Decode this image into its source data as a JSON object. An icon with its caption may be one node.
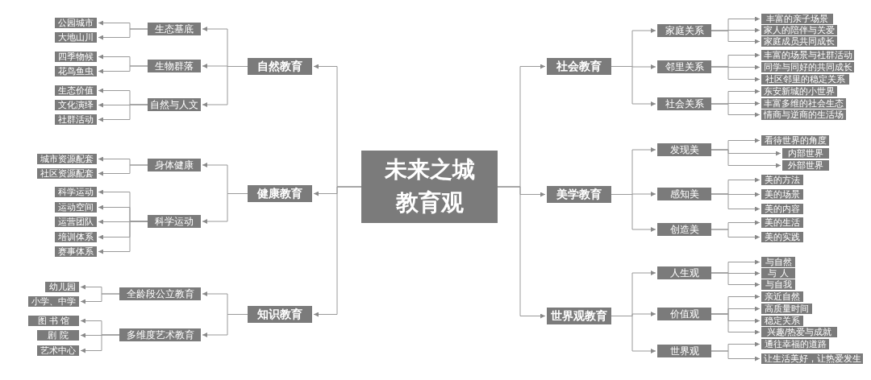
{
  "diagram": {
    "nodes": [
      {
        "text": [
          "未来之城教育观"
        ]
      },
      {
        "text": [
          "自然教育"
        ]
      },
      {
        "text": [
          "生态基底"
        ]
      },
      {
        "text": [
          "公园城市"
        ]
      },
      {
        "text": [
          "大地山川"
        ]
      },
      {
        "text": [
          "生物群落"
        ]
      },
      {
        "text": [
          "四季物候"
        ]
      },
      {
        "text": [
          "花鸟鱼虫"
        ]
      },
      {
        "text": [
          "自然与人文"
        ]
      },
      {
        "text": [
          "生态价值"
        ]
      },
      {
        "text": [
          "文化演绎"
        ]
      },
      {
        "text": [
          "社群活动"
        ]
      },
      {
        "text": [
          "健康教育"
        ]
      },
      {
        "text": [
          "身体健康"
        ]
      },
      {
        "text": [
          "城市资源配套"
        ]
      },
      {
        "text": [
          "社区资源配套"
        ]
      },
      {
        "text": [
          "科学运动"
        ]
      },
      {
        "text": [
          "科学运动"
        ]
      },
      {
        "text": [
          "运动空间"
        ]
      },
      {
        "text": [
          "运营团队"
        ]
      },
      {
        "text": [
          "培训体系"
        ]
      },
      {
        "text": [
          "赛事体系"
        ]
      },
      {
        "text": [
          "知识教育"
        ]
      },
      {
        "text": [
          "全龄段公立教育"
        ]
      },
      {
        "text": [
          "幼儿园"
        ]
      },
      {
        "text": [
          "小学、中学"
        ]
      },
      {
        "text": [
          "多维度艺术教育"
        ]
      },
      {
        "text": [
          "图 书 馆"
        ]
      },
      {
        "text": [
          "剧 院"
        ]
      },
      {
        "text": [
          "艺术中心"
        ]
      },
      {
        "text": [
          "社会教育"
        ]
      },
      {
        "text": [
          "家庭关系"
        ]
      },
      {
        "text": [
          "丰富的亲子场景"
        ]
      },
      {
        "text": [
          "家人的陪伴与关爱"
        ]
      },
      {
        "text": [
          "家庭成员共同成长"
        ]
      },
      {
        "text": [
          "邻里关系"
        ]
      },
      {
        "text": [
          "丰富的场景与社群活动"
        ]
      },
      {
        "text": [
          "同学与同好的共同成长"
        ]
      },
      {
        "text": [
          "社区邻里的稳定关系"
        ]
      },
      {
        "text": [
          "社会关系"
        ]
      },
      {
        "text": [
          "东安新城的小世界"
        ]
      },
      {
        "text": [
          "丰富多维的社会生态"
        ]
      },
      {
        "text": [
          "情商与逆商的生活场"
        ]
      },
      {
        "text": [
          "美学教育"
        ]
      },
      {
        "text": [
          "发现美"
        ]
      },
      {
        "text": [
          "看待世界的角度"
        ]
      },
      {
        "text": [
          "内部世界"
        ]
      },
      {
        "text": [
          "外部世界"
        ]
      },
      {
        "text": [
          "感知美"
        ]
      },
      {
        "text": [
          "美的方法"
        ]
      },
      {
        "text": [
          "美的场景"
        ]
      },
      {
        "text": [
          "美的内容"
        ]
      },
      {
        "text": [
          "创造美"
        ]
      },
      {
        "text": [
          "美的生活"
        ]
      },
      {
        "text": [
          "美的实践"
        ]
      },
      {
        "text": [
          "世界观教育"
        ]
      },
      {
        "text": [
          "人生观"
        ]
      },
      {
        "text": [
          "与自然"
        ]
      },
      {
        "text": [
          "与 人"
        ]
      },
      {
        "text": [
          "与自我"
        ]
      },
      {
        "text": [
          "价值观"
        ]
      },
      {
        "text": [
          "亲近自然"
        ]
      },
      {
        "text": [
          "高质量时间"
        ]
      },
      {
        "text": [
          "稳定关系"
        ]
      },
      {
        "text": [
          "兴趣/热爱与成就"
        ]
      },
      {
        "text": [
          "世界观"
        ]
      },
      {
        "text": [
          "通往幸福的道路"
        ]
      },
      {
        "text": [
          "让生活美好，让热爱发生"
        ]
      }
    ],
    "edges": [
      {
        "from": 0,
        "to": 1,
        "arrow": "to"
      },
      {
        "from": 1,
        "to": 2,
        "arrow": "to"
      },
      {
        "from": 2,
        "to": 3,
        "arrow": "to"
      },
      {
        "from": 2,
        "to": 4,
        "arrow": "to"
      },
      {
        "from": 1,
        "to": 5,
        "arrow": "to"
      },
      {
        "from": 5,
        "to": 6,
        "arrow": "to"
      },
      {
        "from": 5,
        "to": 7,
        "arrow": "to"
      },
      {
        "from": 1,
        "to": 8,
        "arrow": "to"
      },
      {
        "from": 8,
        "to": 9,
        "arrow": "to"
      },
      {
        "from": 8,
        "to": 10,
        "arrow": "to"
      },
      {
        "from": 8,
        "to": 11,
        "arrow": "to"
      },
      {
        "from": 0,
        "to": 12,
        "arrow": "to"
      },
      {
        "from": 12,
        "to": 13,
        "arrow": "to"
      },
      {
        "from": 13,
        "to": 14,
        "arrow": "to"
      },
      {
        "from": 13,
        "to": 15,
        "arrow": "to"
      },
      {
        "from": 12,
        "to": 16,
        "arrow": "to"
      },
      {
        "from": 16,
        "to": 17,
        "arrow": "to"
      },
      {
        "from": 16,
        "to": 18,
        "arrow": "to"
      },
      {
        "from": 16,
        "to": 19,
        "arrow": "to"
      },
      {
        "from": 16,
        "to": 20,
        "arrow": "to"
      },
      {
        "from": 16,
        "to": 21,
        "arrow": "to"
      },
      {
        "from": 0,
        "to": 22,
        "arrow": "to"
      },
      {
        "from": 22,
        "to": 23,
        "arrow": "to"
      },
      {
        "from": 23,
        "to": 24,
        "arrow": "to"
      },
      {
        "from": 23,
        "to": 25,
        "arrow": "to"
      },
      {
        "from": 22,
        "to": 26,
        "arrow": "to"
      },
      {
        "from": 26,
        "to": 27,
        "arrow": "to"
      },
      {
        "from": 26,
        "to": 28,
        "arrow": "to"
      },
      {
        "from": 26,
        "to": 29,
        "arrow": "to"
      },
      {
        "from": 0,
        "to": 30,
        "arrow": "to"
      },
      {
        "from": 30,
        "to": 31,
        "arrow": "to"
      },
      {
        "from": 31,
        "to": 32,
        "arrow": "to"
      },
      {
        "from": 31,
        "to": 33,
        "arrow": "to"
      },
      {
        "from": 31,
        "to": 34,
        "arrow": "to"
      },
      {
        "from": 30,
        "to": 35,
        "arrow": "to"
      },
      {
        "from": 35,
        "to": 36,
        "arrow": "to"
      },
      {
        "from": 35,
        "to": 37,
        "arrow": "to"
      },
      {
        "from": 35,
        "to": 38,
        "arrow": "to"
      },
      {
        "from": 30,
        "to": 39,
        "arrow": "to"
      },
      {
        "from": 39,
        "to": 40,
        "arrow": "to"
      },
      {
        "from": 39,
        "to": 41,
        "arrow": "to"
      },
      {
        "from": 39,
        "to": 42,
        "arrow": "to"
      },
      {
        "from": 0,
        "to": 43,
        "arrow": "to"
      },
      {
        "from": 43,
        "to": 44,
        "arrow": "to"
      },
      {
        "from": 44,
        "to": 45,
        "arrow": "to"
      },
      {
        "from": 44,
        "to": 46,
        "arrow": "to"
      },
      {
        "from": 44,
        "to": 47,
        "arrow": "to"
      },
      {
        "from": 43,
        "to": 48,
        "arrow": "to"
      },
      {
        "from": 48,
        "to": 49,
        "arrow": "to"
      },
      {
        "from": 48,
        "to": 50,
        "arrow": "to"
      },
      {
        "from": 48,
        "to": 51,
        "arrow": "to"
      },
      {
        "from": 43,
        "to": 52,
        "arrow": "to"
      },
      {
        "from": 52,
        "to": 53,
        "arrow": "to"
      },
      {
        "from": 52,
        "to": 54,
        "arrow": "to"
      },
      {
        "from": 0,
        "to": 55,
        "arrow": "to"
      },
      {
        "from": 55,
        "to": 56,
        "arrow": "to"
      },
      {
        "from": 56,
        "to": 57,
        "arrow": "to"
      },
      {
        "from": 56,
        "to": 58,
        "arrow": "to"
      },
      {
        "from": 56,
        "to": 59,
        "arrow": "to"
      },
      {
        "from": 55,
        "to": 60,
        "arrow": "to"
      },
      {
        "from": 60,
        "to": 61,
        "arrow": "to"
      },
      {
        "from": 60,
        "to": 62,
        "arrow": "to"
      },
      {
        "from": 60,
        "to": 63,
        "arrow": "to"
      },
      {
        "from": 60,
        "to": 64,
        "arrow": "to"
      },
      {
        "from": 55,
        "to": 65,
        "arrow": "to"
      },
      {
        "from": 65,
        "to": 66,
        "arrow": "to"
      },
      {
        "from": 65,
        "to": 67,
        "arrow": "to"
      }
    ]
  }
}
